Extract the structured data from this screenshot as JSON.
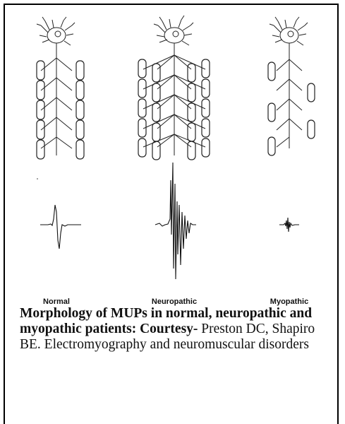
{
  "figure": {
    "labels": {
      "normal": "Normal",
      "neuropathic": "Neuropathic",
      "myopathic": "Myopathic"
    }
  },
  "caption": {
    "bold": "Morphology of MUPs in normal, neuropathic and myopathic patients: Courtesy-",
    "plain": " Preston DC, Shapiro BE. Electromyography and neuromuscular disorders"
  }
}
